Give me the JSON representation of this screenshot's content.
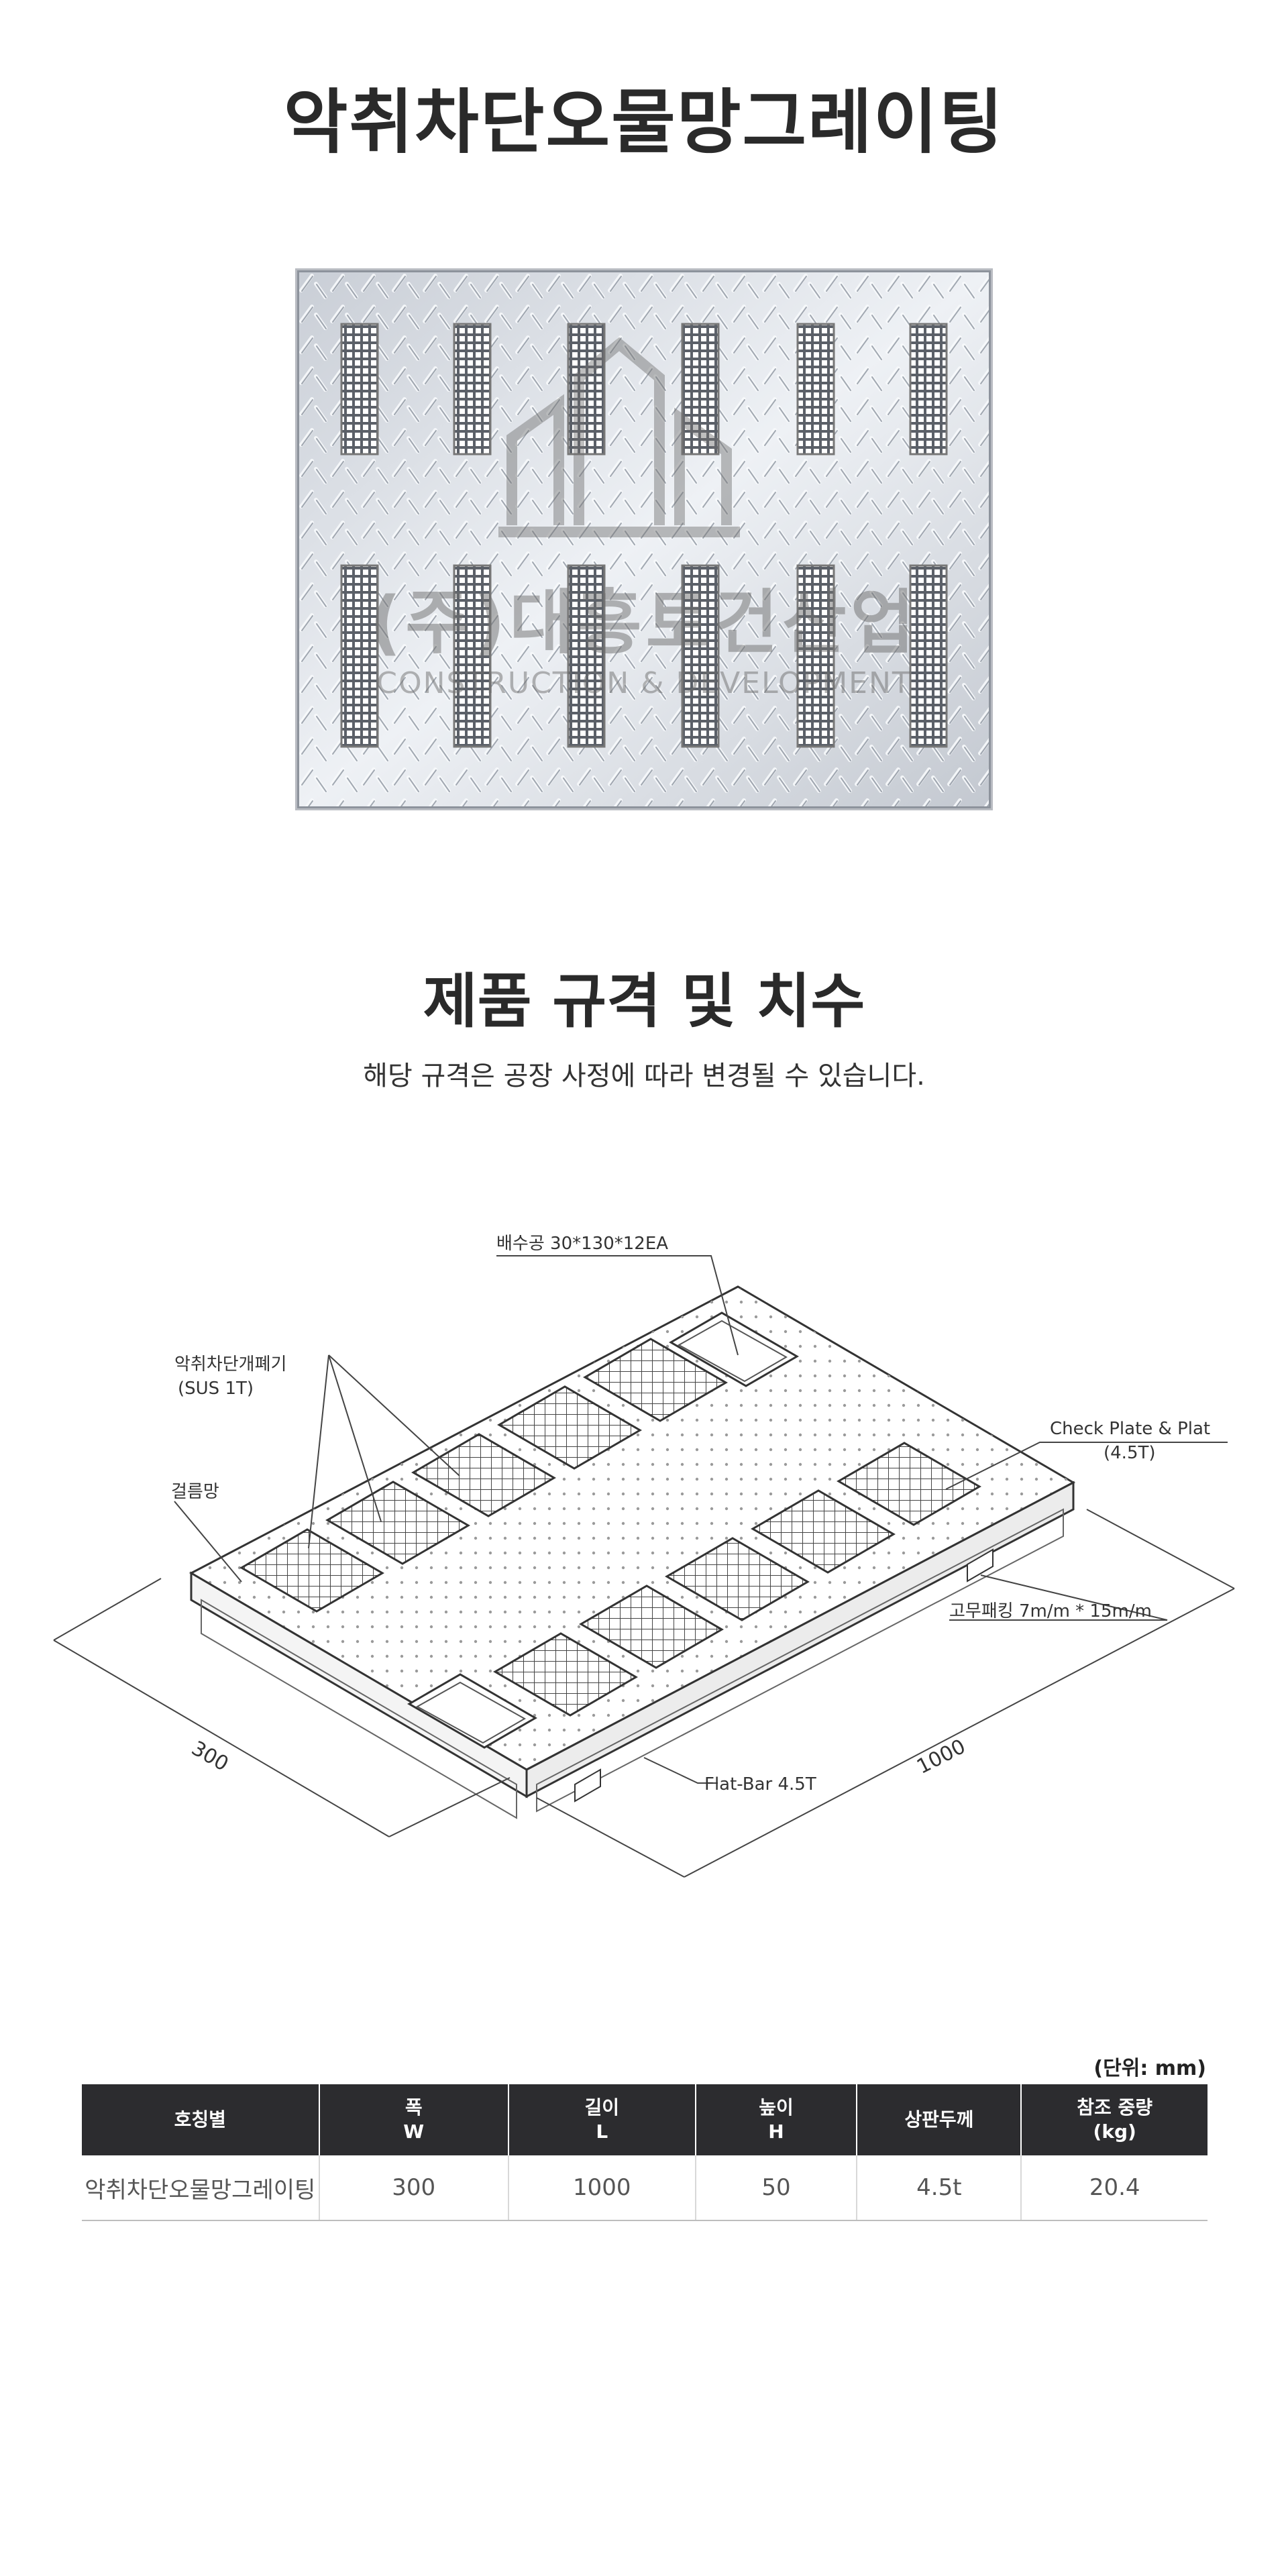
{
  "page": {
    "title": "악취차단오물망그레이팅"
  },
  "photo": {
    "watermark_ko": "(주)대흥토건산업",
    "watermark_en": "CONSTRUCTION & DEVELOPMENT"
  },
  "spec": {
    "heading": "제품 규격 및 치수",
    "note": "해당 규격은 공장 사정에 따라 변경될 수 있습니다."
  },
  "diagram": {
    "label_drain": "배수공 30*130*12EA",
    "label_odor_1": "악취차단개폐기",
    "label_odor_2": "(SUS 1T)",
    "label_filter": "걸름망",
    "label_check_1": "Check Plate & Plat",
    "label_check_2": "(4.5T)",
    "label_rubber": "고무패킹 7m/m * 15m/m",
    "label_flatbar": "Flat-Bar 4.5T",
    "dim_width": "300",
    "dim_length": "1000"
  },
  "table": {
    "unit": "(단위: mm)",
    "headers": [
      {
        "l1": "호칭별",
        "l2": ""
      },
      {
        "l1": "폭",
        "l2": "W"
      },
      {
        "l1": "길이",
        "l2": "L"
      },
      {
        "l1": "높이",
        "l2": "H"
      },
      {
        "l1": "상판두께",
        "l2": ""
      },
      {
        "l1": "참조 중량",
        "l2": "(kg)"
      }
    ],
    "row": [
      "악취차단오물망그레이팅",
      "300",
      "1000",
      "50",
      "4.5t",
      "20.4"
    ]
  }
}
